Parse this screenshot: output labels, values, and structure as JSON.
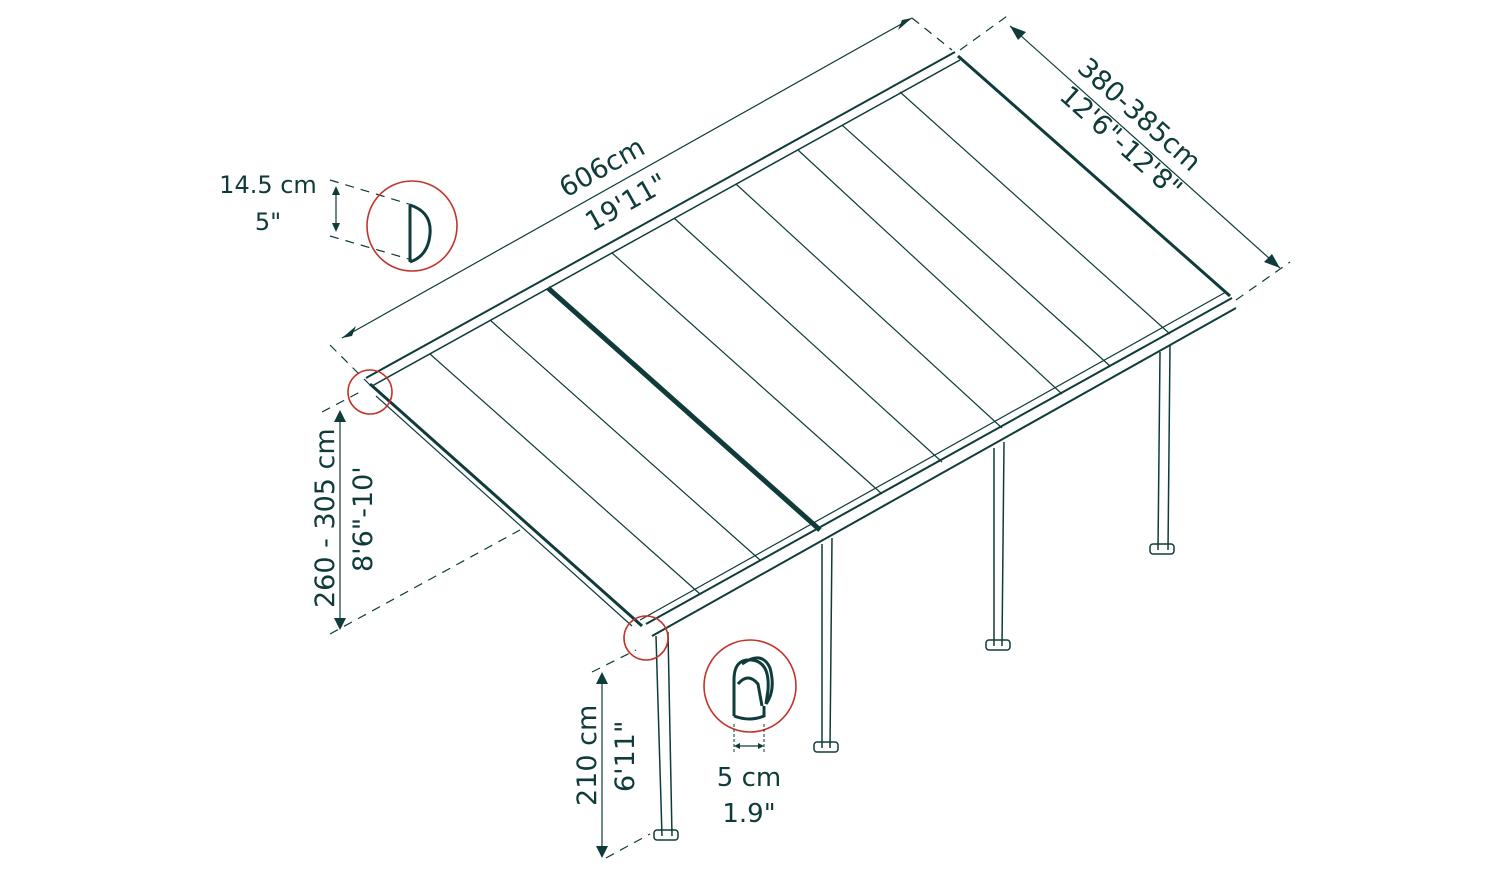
{
  "diagram": {
    "title": "Patio cover dimensions",
    "colors": {
      "ink": "#0f3b3a",
      "callout": "#c0352b",
      "background": "#ffffff"
    },
    "dimensions": {
      "length": {
        "metric": "606cm",
        "imperial": "19'11\""
      },
      "depth": {
        "metric": "380-385cm",
        "imperial": "12'6\"-12'8\""
      },
      "wall_height": {
        "metric": "260 - 305 cm",
        "imperial": "8'6\"-10'"
      },
      "post_height": {
        "metric": "210 cm",
        "imperial": "6'11\""
      },
      "gutter_profile": {
        "metric": "14.5 cm",
        "imperial": "5\""
      },
      "post_width": {
        "metric": "5 cm",
        "imperial": "1.9\""
      }
    },
    "callouts": [
      {
        "name": "gutter-profile-detail",
        "shows": "D-shaped gutter profile"
      },
      {
        "name": "wall-bracket-detail",
        "shows": "wall mount corner"
      },
      {
        "name": "front-corner-detail",
        "shows": "front beam to post joint"
      },
      {
        "name": "post-profile-detail",
        "shows": "post cross-section"
      }
    ],
    "structure": {
      "roof_panels": 9,
      "posts": 4
    }
  }
}
